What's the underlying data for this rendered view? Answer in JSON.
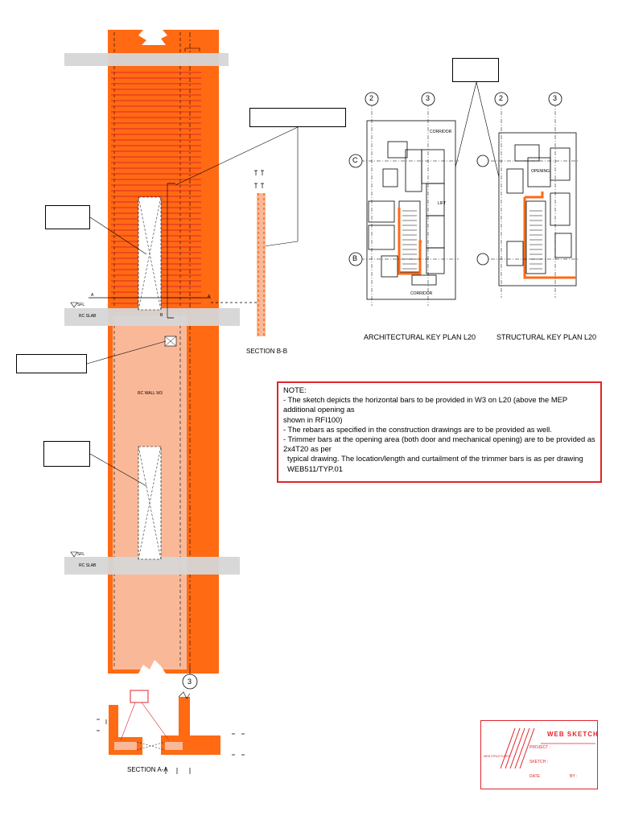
{
  "elevation": {
    "wall_label": "RC WALL W3",
    "slab_label": "RC SLAB",
    "level_label": "SFL",
    "section_a": "A",
    "section_b": "B",
    "grid_label": "3"
  },
  "section_bb": {
    "caption": "SECTION B-B"
  },
  "section_aa": {
    "caption": "SECTION A-A"
  },
  "plans": {
    "architectural_caption": "ARCHITECTURAL KEY PLAN L20",
    "structural_caption": "STRUCTURAL KEY PLAN L20",
    "grid_2": "2",
    "grid_3": "3",
    "grid_b": "B",
    "grid_c": "C",
    "corridor": "CORRIDOR",
    "lift": "LIFT",
    "opening": "OPENING"
  },
  "note": {
    "title": "NOTE:",
    "line1": "- The sketch depicts the horizontal bars to be provided in W3 on L20 (above the MEP additional opening as",
    "line1b": "shown in RFI100)",
    "line2": "- The rebars as specified in the construction drawings are to be provided as well.",
    "line3": "- Trimmer bars at the opening area (both door and mechanical opening) are to be provided as 2x4T20 as per",
    "line3b": "typical drawing. The location/length and curtailment of the trimmer bars is as per drawing WEB511/TYP.01"
  },
  "stamp": {
    "title": "WEB SKETCH",
    "project": "PROJECT :",
    "sketch": "SKETCH :",
    "date": "DATE",
    "by": "BY :",
    "logo_text": "WEB STRUCTURES"
  },
  "colors": {
    "wall_orange": "#ff6a13",
    "wall_light": "#f9b999",
    "rebar_red": "#e0252b",
    "slab_grey": "#d6d6d6"
  }
}
